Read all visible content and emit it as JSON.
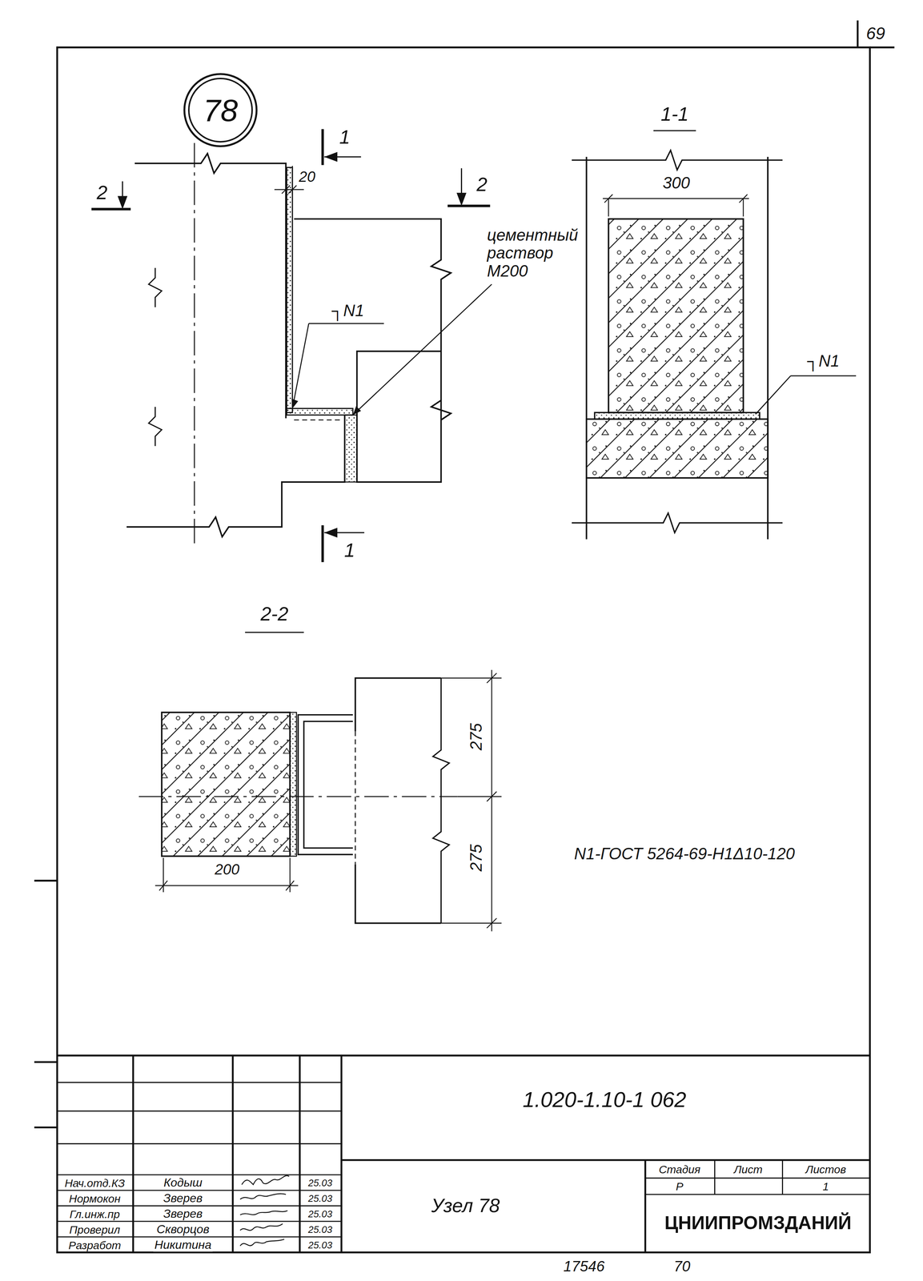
{
  "diagram": {
    "nodes": [
      {
        "text": [
          "78"
        ]
      }
    ],
    "labels": [
      "69",
      "2",
      "1",
      "20",
      "2",
      "1-1",
      "300",
      "цементный раствор М200",
      "┐N1",
      "┐N1",
      "1",
      "2-2",
      "275",
      "275",
      "200",
      "N1-ГОСТ 5264-69-Н1Δ10-120",
      "1.020-1.10-1 062",
      "Нач.отд.КЗ",
      "Кодыш",
      "25.03",
      "Нормокон",
      "Зверев",
      "25.03",
      "Гл.инж.пр",
      "Зверев",
      "25.03",
      "Проверил",
      "Скворцов",
      "25.03",
      "Разработ",
      "Никитина",
      "25.03",
      "Узел 78",
      "Стадия",
      "Лист",
      "Листов",
      "Р",
      "1",
      "ЦНИИПРОМЗДАНИЙ",
      "17546",
      "70"
    ]
  }
}
